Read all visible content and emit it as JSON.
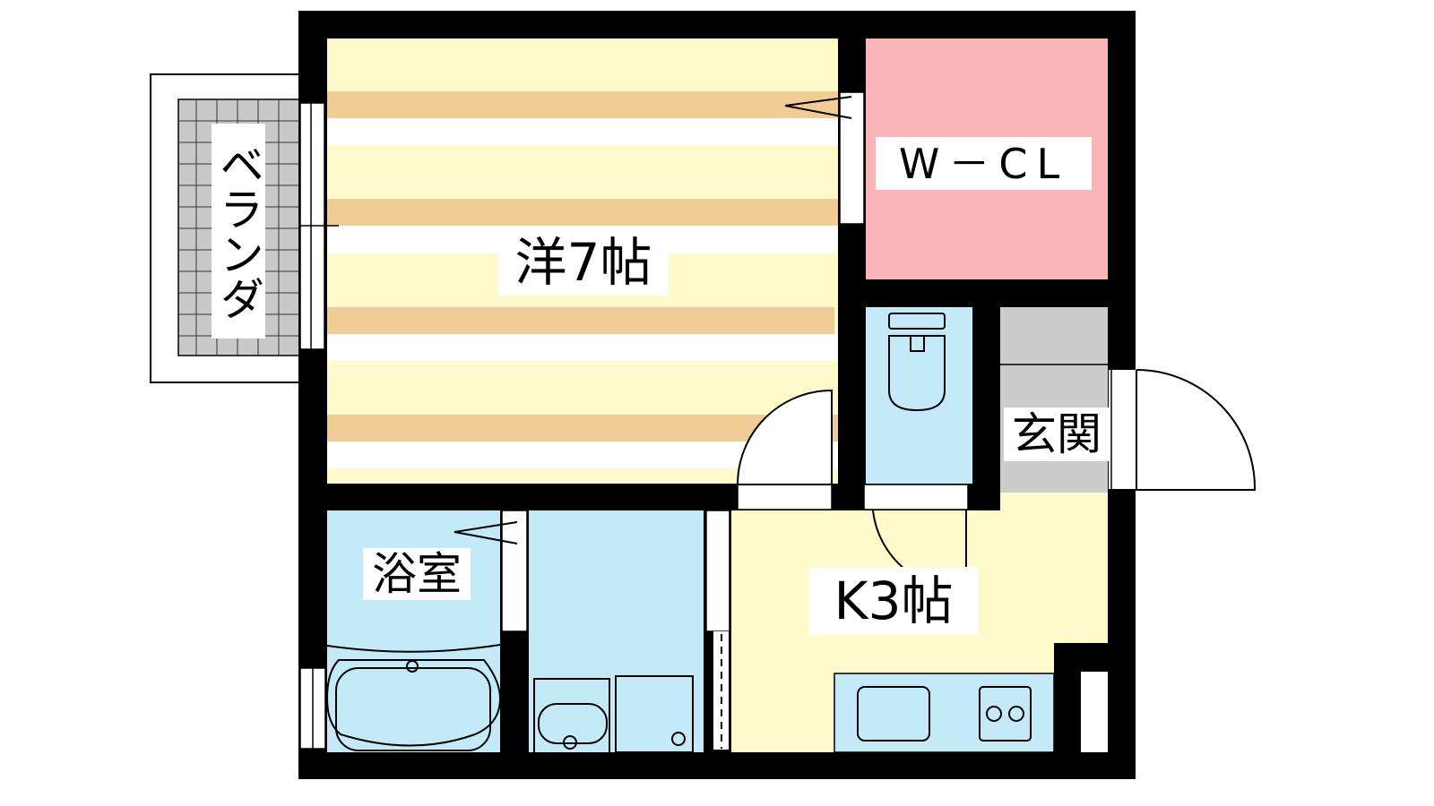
{
  "rooms": {
    "western_room": {
      "label": "洋7帖",
      "color": "#FFF9CC"
    },
    "walk_in_closet": {
      "label": "W－CL",
      "color": "#F9B5B8"
    },
    "bathroom": {
      "label": "浴室",
      "color": "#C4EAFA"
    },
    "entrance": {
      "label": "玄関",
      "color": "#CCCCCC"
    },
    "kitchen": {
      "label": "K3帖",
      "color": "#FFF9CC"
    },
    "veranda": {
      "label": "ベランダ",
      "color": "#C8C8C8"
    }
  },
  "colors": {
    "wall": "#000000",
    "stripe": "#F0CC96",
    "water": "#C4EAFA"
  }
}
